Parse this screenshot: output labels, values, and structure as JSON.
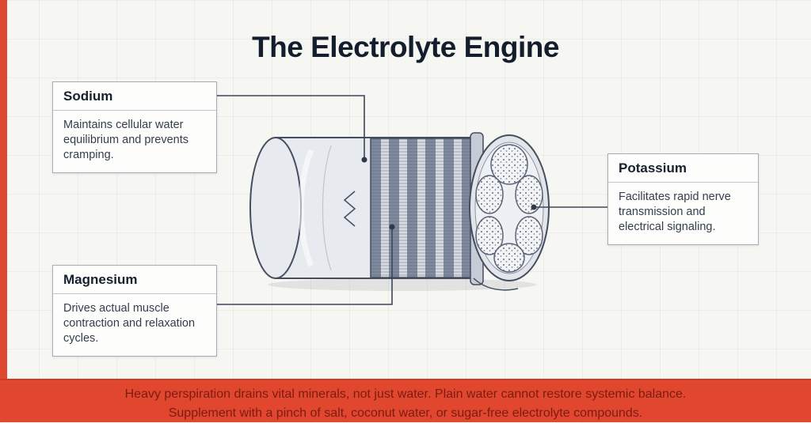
{
  "title": "The Electrolyte Engine",
  "callouts": {
    "sodium": {
      "title": "Sodium",
      "description": "Maintains cellular water equilibrium and prevents cramping."
    },
    "magnesium": {
      "title": "Magnesium",
      "description": "Drives actual muscle contraction and relaxation cycles."
    },
    "potassium": {
      "title": "Potassium",
      "description": "Facilitates rapid nerve transmission and electrical signaling."
    }
  },
  "illustration": {
    "subject": "muscle-fiber-bundle-cross-section"
  },
  "banner": {
    "line1": "Heavy perspiration drains vital minerals, not just water. Plain water cannot restore systemic balance.",
    "line2": "Supplement with a pinch of salt, coconut water, or sugar-free electrolyte compounds."
  },
  "colors": {
    "accent_red": "#e0472e",
    "banner_text": "#7c1c10",
    "ink": "#141d2b",
    "line": "#3d4656"
  }
}
